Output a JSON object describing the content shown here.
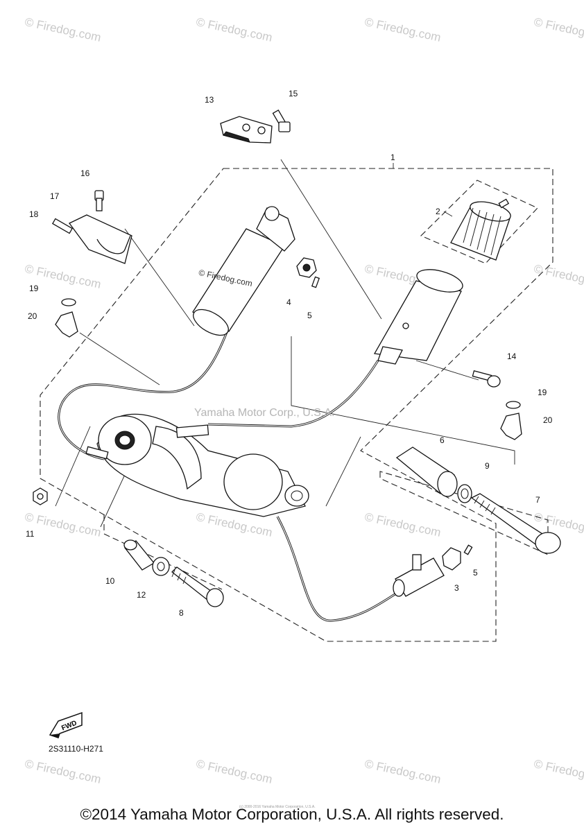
{
  "watermark": {
    "site": "© Firedog.com",
    "center": "© Firedog.com",
    "middle_text": "Yamaha Motor Corp., U.S.A."
  },
  "callouts": [
    "1",
    "2",
    "3",
    "4",
    "5",
    "5",
    "6",
    "7",
    "8",
    "9",
    "10",
    "11",
    "12",
    "13",
    "14",
    "15",
    "16",
    "17",
    "18",
    "19",
    "19",
    "20",
    "20"
  ],
  "fwd_label": "FWD",
  "diagram_code": "2S31110-H271",
  "copyright": "©2014 Yamaha Motor Corporation, U.S.A. All rights reserved.",
  "fineprint": "(c) 2000-2016 Yamaha Motor Corporation, U.S.A."
}
